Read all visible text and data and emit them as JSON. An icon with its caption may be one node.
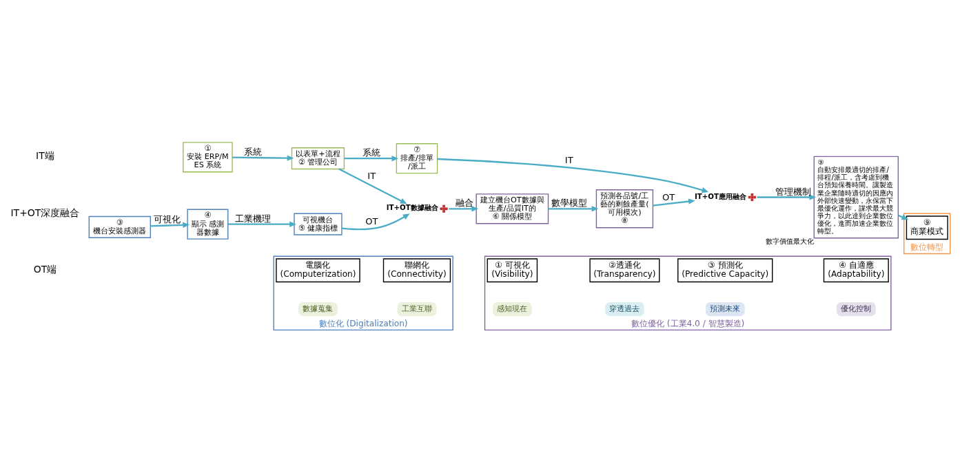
{
  "diagram": {
    "nodes": [
      {
        "text": [
          "①",
          "安裝 ERP/MES 系統"
        ]
      },
      {
        "text": [
          "以表單+流程",
          "② 管理公司"
        ]
      },
      {
        "text": [
          "③",
          "機台安裝感測器"
        ]
      },
      {
        "text": [
          "④",
          "顯示 感測器數據"
        ]
      },
      {
        "text": [
          "可視機台",
          "⑤ 健康指標"
        ]
      },
      {
        "text": [],
        "shape": "cross",
        "beside": [
          "IT+OT數據融合"
        ]
      },
      {
        "text": [
          "建立機台OT數據與生產/品質IT的",
          "⑥ 關係模型"
        ]
      },
      {
        "text": [
          "⑦",
          "排產/排單/派工"
        ]
      },
      {
        "text": [],
        "shape": "cross",
        "beside": [
          "IT+OT應用融合"
        ]
      },
      {
        "text": [
          "預測各品號/工藝的剩餘產量(可用模次)",
          "⑧"
        ]
      },
      {
        "text": [
          "⑨",
          "自動安排最適切的排產/排程/派工，含考慮到機台預知保養時間。讓製造業企業隨時適切的因應內外部快速變動，永保當下最優化運作，謀求最大競爭力，以此達到企業數位優化，進而加速企業數位轉型。"
        ],
        "beside": [
          "數字價值最大化"
        ]
      },
      {
        "text": [
          "數位化 (Digitalization)"
        ]
      },
      {
        "text": [
          "電腦化",
          "(Computerization)"
        ],
        "in": 11
      },
      {
        "text": [
          "數據蒐集"
        ],
        "in": 11
      },
      {
        "text": [
          "聯網化",
          "(Connectivity)"
        ],
        "in": 11
      },
      {
        "text": [
          "工業互聯"
        ],
        "in": 11
      },
      {
        "text": [
          "數位優化 (工業4.0 / 智慧製造)"
        ]
      },
      {
        "text": [
          "① 可視化",
          "(Visibility)"
        ],
        "in": 16
      },
      {
        "text": [
          "感知現在"
        ],
        "in": 16
      },
      {
        "text": [
          "②透通化",
          "(Transparency)"
        ],
        "in": 16
      },
      {
        "text": [
          "穿透過去"
        ],
        "in": 16
      },
      {
        "text": [
          "③ 預測化",
          "(Predictive Capacity)"
        ],
        "in": 16
      },
      {
        "text": [
          "預測未來"
        ],
        "in": 16
      },
      {
        "text": [
          "④ 自適應",
          "(Adaptability)"
        ],
        "in": 16
      },
      {
        "text": [
          "優化控制"
        ],
        "in": 16
      },
      {
        "text": [
          "數位轉型"
        ]
      },
      {
        "text": [
          "⑨",
          "商業模式"
        ],
        "in": 25
      }
    ],
    "edges": [
      {
        "from": 0,
        "to": 1,
        "arrow": "to",
        "label": "系統"
      },
      {
        "from": 2,
        "to": 3,
        "arrow": "to",
        "label": "可視化"
      },
      {
        "from": 3,
        "to": 4,
        "arrow": "to",
        "label": "工業機理"
      },
      {
        "from": 1,
        "to": 5,
        "arrow": "to",
        "label": "IT"
      },
      {
        "from": 4,
        "to": 5,
        "arrow": "to",
        "label": "OT"
      },
      {
        "from": 5,
        "to": 6,
        "arrow": "to",
        "label": "融合"
      },
      {
        "from": 1,
        "to": 7,
        "arrow": "to",
        "label": "系統"
      },
      {
        "from": 6,
        "to": 9,
        "arrow": "to",
        "label": "數學模型"
      },
      {
        "from": 7,
        "to": 8,
        "arrow": "to",
        "label": "IT"
      },
      {
        "from": 9,
        "to": 8,
        "arrow": "to",
        "label": "OT"
      },
      {
        "from": 8,
        "to": 10,
        "arrow": "to",
        "label": "管理機制"
      },
      {
        "from": 10,
        "to": 26,
        "arrow": "to"
      }
    ],
    "labels": [
      "IT端",
      "IT+OT深度融合",
      "OT端"
    ]
  }
}
